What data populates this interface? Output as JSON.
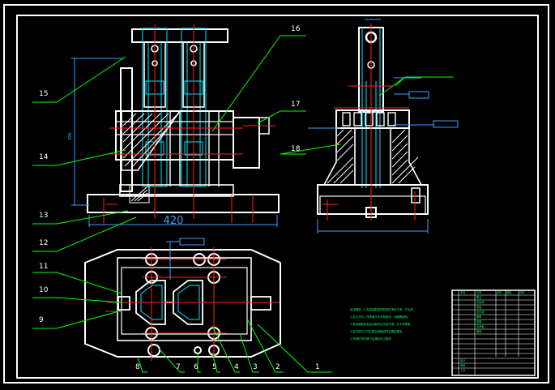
{
  "title": "",
  "colors": {
    "background": "#000000",
    "outline": "#ffffff",
    "leader": "#00ff00",
    "center_line": "#ff2020",
    "dimension": "#3aa0ff",
    "hidden": "#00e5ff",
    "section_hatch": "#ffffff"
  },
  "part_callouts": [
    "1",
    "2",
    "3",
    "4",
    "5",
    "6",
    "7",
    "8",
    "9",
    "10",
    "11",
    "12",
    "13",
    "14",
    "15",
    "16",
    "17",
    "18"
  ],
  "dimensions": {
    "front_width": "420",
    "front_height": "395"
  },
  "tech_notes": [
    "技术要求：1.夹具装配前所有零件清洗干净，去毛刺。",
    "2.定位元件工作表面不允许有碰伤、划痕等缺陷。",
    "3.夹具装配后各运动部件应灵活可靠，无卡滞现象。",
    "4.定位销与工件孔配合间隙应符合图纸要求。",
    "5.夹紧机构夹紧力应满足加工要求。"
  ],
  "title_block_rows": [
    "序号",
    "代号",
    "名称",
    "数量",
    "材料",
    "备注",
    "夹具体",
    "压板",
    "定位销",
    "螺母",
    "垫圈",
    "支承板",
    "螺栓",
    "设计",
    "审核",
    "工艺"
  ]
}
